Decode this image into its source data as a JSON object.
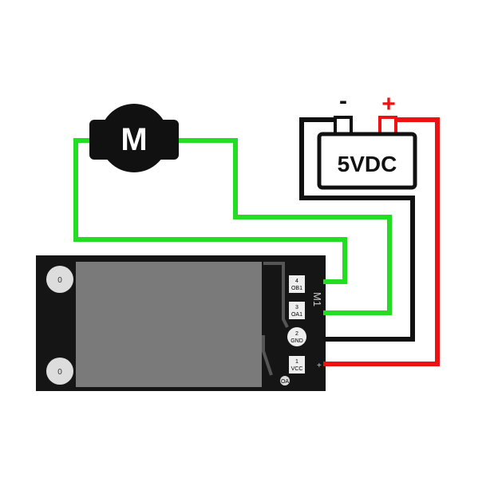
{
  "motor": {
    "label": "M"
  },
  "power": {
    "label": "5VDC",
    "minus": "-",
    "plus": "+"
  },
  "board": {
    "silkscreen": "M1",
    "pins": [
      {
        "num": "4",
        "name": "OB1"
      },
      {
        "num": "3",
        "name": "OA1"
      },
      {
        "num": "2",
        "name": "GND"
      },
      {
        "num": "1",
        "name": "VCC"
      }
    ],
    "via_label": "OA",
    "hole_label": "0",
    "vcc_mark": "+"
  },
  "colors": {
    "motor_wire": "#22dd22",
    "negative": "#111111",
    "positive": "#ee1111"
  }
}
